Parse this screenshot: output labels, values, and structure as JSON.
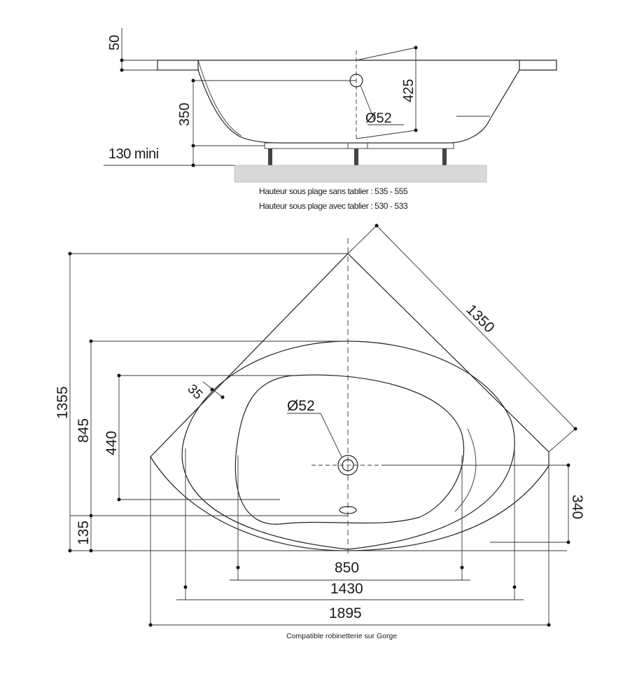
{
  "side_view": {
    "dims": {
      "rim_thickness": "50",
      "depth": "350",
      "floor_clearance": "130 mini",
      "overflow_height": "425",
      "overflow_diameter": "Ø52"
    },
    "notes": {
      "without_panel": "Hauteur sous plage sans tablier : 535 - 555",
      "with_panel": "Hauteur sous plage avec tablier : 530 - 533"
    }
  },
  "top_view": {
    "dims": {
      "diagonal_side": "1350",
      "overall_depth": "1355",
      "inner_depth": "845",
      "basin_depth": "440",
      "rim_radius": "35",
      "drain_diameter": "Ø52",
      "drain_offset": "340",
      "front_offset": "135",
      "basin_width": "850",
      "inner_width": "1430",
      "overall_width": "1895"
    },
    "footnote": "Compatible robinetterie sur Gorge"
  }
}
